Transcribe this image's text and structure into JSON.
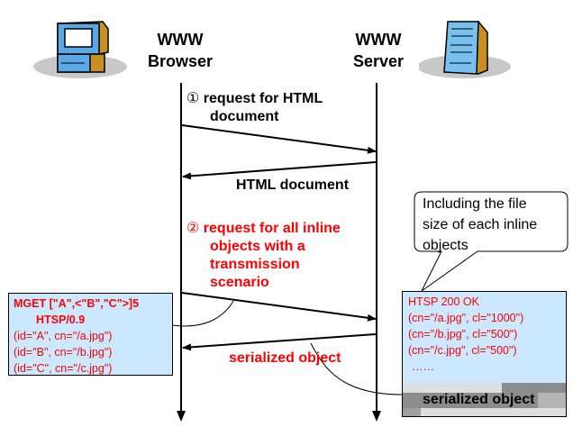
{
  "browser": {
    "line1": "WWW",
    "line2": "Browser",
    "icon": "desktop-computer-icon"
  },
  "server": {
    "line1": "WWW",
    "line2": "Server",
    "icon": "tower-server-icon"
  },
  "steps": {
    "step1": {
      "marker": "①",
      "line1": "request for HTML",
      "line2": "document"
    },
    "html_reply": "HTML document",
    "step2": {
      "marker": "②",
      "lines": [
        "request for all inline",
        "objects with a",
        "transmission",
        "scenario"
      ]
    },
    "serialized_reply": "serialized object"
  },
  "request_box": {
    "bold_lines": [
      "MGET [\"A\",<\"B\",\"C\">]5",
      "HTSP/0.9"
    ],
    "lines": [
      "(id=\"A\", cn=\"/a.jpg\")",
      "(id=\"B\", cn=\"/b.jpg\")",
      "(id=\"C\", cn=\"/c.jpg\")"
    ]
  },
  "response_box": {
    "lines": [
      "HTSP 200 OK",
      "(cn=\"/a.jpg\", cl=\"1000\")",
      "(cn=\"/b.jpg\", cl=\"500\")",
      "(cn=\"/c.jpg\", cl=\"500\")",
      "……"
    ],
    "footer": "serialized object"
  },
  "callout": {
    "lines": [
      "Including the file",
      "size of each inline",
      "objects"
    ]
  },
  "colors": {
    "accent_red": "#ff0000",
    "box_fill": "#cce8ff"
  }
}
